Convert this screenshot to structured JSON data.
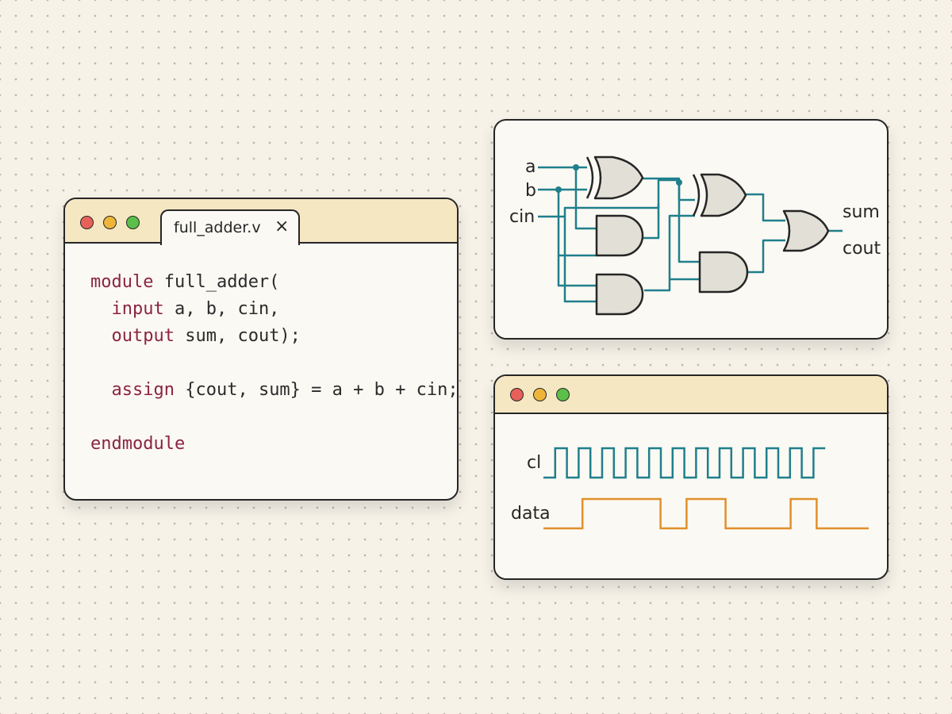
{
  "editor": {
    "tab_label": "full_adder.v",
    "close_glyph": "×",
    "traffic_lights": [
      "#e8605a",
      "#eeb53a",
      "#5bbf49"
    ],
    "code_lines": [
      [
        {
          "t": "module",
          "kw": true
        },
        {
          "t": " full_adder("
        }
      ],
      [
        {
          "t": "  "
        },
        {
          "t": "input",
          "kw": true
        },
        {
          "t": " a, b, cin,"
        }
      ],
      [
        {
          "t": "  "
        },
        {
          "t": "output",
          "kw": true
        },
        {
          "t": " sum, cout);"
        }
      ],
      [
        {
          "t": ""
        }
      ],
      [
        {
          "t": "  "
        },
        {
          "t": "assign",
          "kw": true
        },
        {
          "t": " {cout, sum} = a + b + cin;"
        }
      ],
      [
        {
          "t": ""
        }
      ],
      [
        {
          "t": "endmodule",
          "kw": true
        }
      ]
    ]
  },
  "circuit": {
    "inputs": [
      "a",
      "b",
      "cin"
    ],
    "outputs": [
      "sum",
      "cout"
    ],
    "gates": [
      "xor",
      "and",
      "and",
      "xor",
      "and",
      "or"
    ],
    "wire_color": "#1f7f8c",
    "gate_fill": "#e2dfd6"
  },
  "waveform": {
    "traffic_lights": [
      "#e8605a",
      "#eeb53a",
      "#5bbf49"
    ],
    "signals": [
      {
        "label": "cl",
        "color": "#1f7f8c",
        "levels": [
          0,
          1,
          0,
          1,
          0,
          1,
          0,
          1,
          0,
          1,
          0,
          1,
          0,
          1,
          0,
          1,
          0,
          1,
          0,
          1,
          0,
          1,
          0,
          1
        ]
      },
      {
        "label": "data",
        "color": "#e0902a",
        "levels": [
          0,
          0,
          0,
          1,
          1,
          1,
          1,
          1,
          1,
          0,
          0,
          1,
          1,
          1,
          0,
          0,
          0,
          0,
          0,
          1,
          1,
          0,
          0,
          0,
          0
        ]
      }
    ]
  },
  "colors": {
    "background": "#f6f2e8",
    "window_fill": "#fbf9f3",
    "titlebar_fill": "#f5e7c2",
    "keyword": "#8a2445",
    "outline": "#262626"
  }
}
